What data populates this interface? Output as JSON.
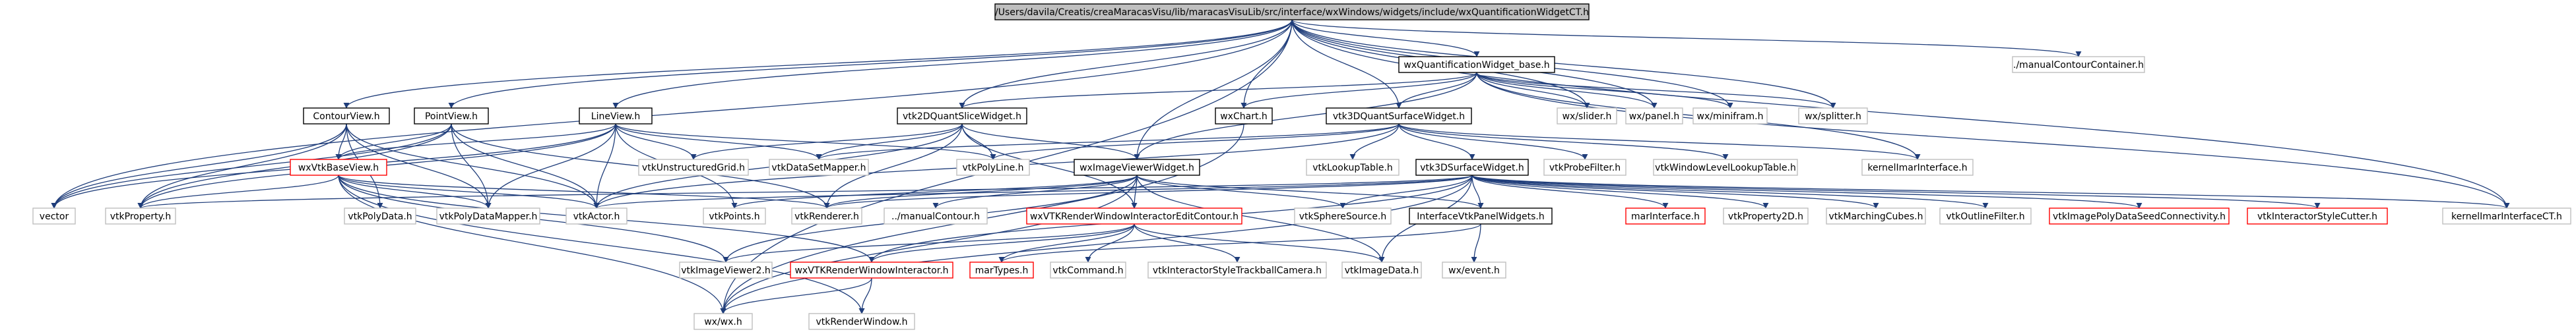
{
  "colors": {
    "root_fill": "#bfbfbf",
    "root_stroke": "#000000",
    "node_fill": "#ffffff",
    "linked_stroke": "#000000",
    "external_stroke": "#bfbfbf",
    "missing_stroke": "#ff0000",
    "edge": "#1f3d7a"
  },
  "nodes": [
    {
      "id": "root",
      "label": "/Users/davila/Creatis/creaMaracasVisu/lib/maracasVisuLib/src/interface/wxWindows/widgets/include/wxQuantificationWidgetCT.h",
      "kind": "root"
    },
    {
      "id": "manualContourContainer",
      "label": "./manualContourContainer.h",
      "kind": "external"
    },
    {
      "id": "wxQuantificationWidget_base",
      "label": "wxQuantificationWidget_base.h",
      "kind": "linked"
    },
    {
      "id": "ContourView",
      "label": "ContourView.h",
      "kind": "linked"
    },
    {
      "id": "PointView",
      "label": "PointView.h",
      "kind": "linked"
    },
    {
      "id": "LineView",
      "label": "LineView.h",
      "kind": "linked"
    },
    {
      "id": "vtk2DQuantSliceWidget",
      "label": "vtk2DQuantSliceWidget.h",
      "kind": "linked"
    },
    {
      "id": "wxChart",
      "label": "wxChart.h",
      "kind": "linked"
    },
    {
      "id": "vtk3DQuantSurfaceWidget",
      "label": "vtk3DQuantSurfaceWidget.h",
      "kind": "linked"
    },
    {
      "id": "wxslider",
      "label": "wx/slider.h",
      "kind": "external"
    },
    {
      "id": "wxpanel",
      "label": "wx/panel.h",
      "kind": "external"
    },
    {
      "id": "wxminifram",
      "label": "wx/minifram.h",
      "kind": "external"
    },
    {
      "id": "wxsplitter",
      "label": "wx/splitter.h",
      "kind": "external"
    },
    {
      "id": "wxVtkBaseView",
      "label": "wxVtkBaseView.h",
      "kind": "missing"
    },
    {
      "id": "vtkUnstructuredGrid",
      "label": "vtkUnstructuredGrid.h",
      "kind": "external"
    },
    {
      "id": "vtkDataSetMapper",
      "label": "vtkDataSetMapper.h",
      "kind": "external"
    },
    {
      "id": "vtkPolyLine",
      "label": "vtkPolyLine.h",
      "kind": "external"
    },
    {
      "id": "wxImageViewerWidget",
      "label": "wxImageViewerWidget.h",
      "kind": "linked"
    },
    {
      "id": "vtkLookupTable",
      "label": "vtkLookupTable.h",
      "kind": "external"
    },
    {
      "id": "vtkProbeFilter",
      "label": "vtkProbeFilter.h",
      "kind": "external"
    },
    {
      "id": "vtkWindowLevelLookupTable",
      "label": "vtkWindowLevelLookupTable.h",
      "kind": "external"
    },
    {
      "id": "kernelImarInterface",
      "label": "kernelImarInterface.h",
      "kind": "external"
    },
    {
      "id": "vtk3DSurfaceWidget",
      "label": "vtk3DSurfaceWidget.h",
      "kind": "linked"
    },
    {
      "id": "vector",
      "label": "vector",
      "kind": "external"
    },
    {
      "id": "vtkProperty",
      "label": "vtkProperty.h",
      "kind": "external"
    },
    {
      "id": "vtkPolyData",
      "label": "vtkPolyData.h",
      "kind": "external"
    },
    {
      "id": "vtkPolyDataMapper",
      "label": "vtkPolyDataMapper.h",
      "kind": "external"
    },
    {
      "id": "vtkActor",
      "label": "vtkActor.h",
      "kind": "external"
    },
    {
      "id": "vtkPoints",
      "label": "vtkPoints.h",
      "kind": "external"
    },
    {
      "id": "vtkRenderer",
      "label": "vtkRenderer.h",
      "kind": "external"
    },
    {
      "id": "manualContour",
      "label": "../manualContour.h",
      "kind": "external"
    },
    {
      "id": "wxVTKRenderWindowInteractorEditContour",
      "label": "wxVTKRenderWindowInteractorEditContour.h",
      "kind": "missing"
    },
    {
      "id": "vtkSphereSource",
      "label": "vtkSphereSource.h",
      "kind": "external"
    },
    {
      "id": "InterfaceVtkPanelWidgets",
      "label": "InterfaceVtkPanelWidgets.h",
      "kind": "linked"
    },
    {
      "id": "marInterface",
      "label": "marInterface.h",
      "kind": "missing"
    },
    {
      "id": "vtkProperty2D",
      "label": "vtkProperty2D.h",
      "kind": "external"
    },
    {
      "id": "vtkMarchingCubes",
      "label": "vtkMarchingCubes.h",
      "kind": "external"
    },
    {
      "id": "vtkOutlineFilter",
      "label": "vtkOutlineFilter.h",
      "kind": "external"
    },
    {
      "id": "vtkImagePolyDataSeedConnectivity",
      "label": "vtkImagePolyDataSeedConnectivity.h",
      "kind": "missing"
    },
    {
      "id": "vtkInteractorStyleCutter",
      "label": "vtkInteractorStyleCutter.h",
      "kind": "missing"
    },
    {
      "id": "kernelImarInterfaceCT",
      "label": "kernelImarInterfaceCT.h",
      "kind": "external"
    },
    {
      "id": "vtkImageViewer2",
      "label": "vtkImageViewer2.h",
      "kind": "external"
    },
    {
      "id": "wxVTKRenderWindowInteractor",
      "label": "wxVTKRenderWindowInteractor.h",
      "kind": "missing"
    },
    {
      "id": "marTypes",
      "label": "marTypes.h",
      "kind": "missing"
    },
    {
      "id": "vtkCommand",
      "label": "vtkCommand.h",
      "kind": "external"
    },
    {
      "id": "vtkInteractorStyleTrackballCamera",
      "label": "vtkInteractorStyleTrackballCamera.h",
      "kind": "external"
    },
    {
      "id": "vtkImageData",
      "label": "vtkImageData.h",
      "kind": "external"
    },
    {
      "id": "wxevent",
      "label": "wx/event.h",
      "kind": "external"
    },
    {
      "id": "wxwx",
      "label": "wx/wx.h",
      "kind": "external"
    },
    {
      "id": "vtkRenderWindow",
      "label": "vtkRenderWindow.h",
      "kind": "external"
    }
  ],
  "edges": [
    [
      "root",
      "manualContourContainer"
    ],
    [
      "root",
      "wxQuantificationWidget_base"
    ],
    [
      "root",
      "ContourView"
    ],
    [
      "root",
      "PointView"
    ],
    [
      "root",
      "LineView"
    ],
    [
      "root",
      "vtk2DQuantSliceWidget"
    ],
    [
      "root",
      "wxChart"
    ],
    [
      "root",
      "vtk3DQuantSurfaceWidget"
    ],
    [
      "root",
      "wxslider"
    ],
    [
      "root",
      "wxpanel"
    ],
    [
      "root",
      "wxminifram"
    ],
    [
      "root",
      "wxsplitter"
    ],
    [
      "root",
      "wxImageViewerWidget"
    ],
    [
      "root",
      "kernelImarInterfaceCT"
    ],
    [
      "root",
      "vector"
    ],
    [
      "root",
      "wxwx"
    ],
    [
      "wxQuantificationWidget_base",
      "wxChart"
    ],
    [
      "wxQuantificationWidget_base",
      "vtk3DQuantSurfaceWidget"
    ],
    [
      "wxQuantificationWidget_base",
      "wxslider"
    ],
    [
      "wxQuantificationWidget_base",
      "wxpanel"
    ],
    [
      "wxQuantificationWidget_base",
      "wxminifram"
    ],
    [
      "wxQuantificationWidget_base",
      "wxsplitter"
    ],
    [
      "wxQuantificationWidget_base",
      "vtk2DQuantSliceWidget"
    ],
    [
      "wxQuantificationWidget_base",
      "kernelImarInterface"
    ],
    [
      "wxQuantificationWidget_base",
      "kernelImarInterfaceCT"
    ],
    [
      "wxQuantificationWidget_base",
      "wxImageViewerWidget"
    ],
    [
      "ContourView",
      "wxVtkBaseView"
    ],
    [
      "ContourView",
      "vector"
    ],
    [
      "ContourView",
      "vtkProperty"
    ],
    [
      "ContourView",
      "vtkPolyData"
    ],
    [
      "ContourView",
      "vtkPolyDataMapper"
    ],
    [
      "ContourView",
      "vtkActor"
    ],
    [
      "PointView",
      "wxVtkBaseView"
    ],
    [
      "PointView",
      "vector"
    ],
    [
      "PointView",
      "vtkProperty"
    ],
    [
      "PointView",
      "vtkPolyDataMapper"
    ],
    [
      "PointView",
      "vtkActor"
    ],
    [
      "PointView",
      "vtkRenderer"
    ],
    [
      "LineView",
      "wxVtkBaseView"
    ],
    [
      "LineView",
      "vtkUnstructuredGrid"
    ],
    [
      "LineView",
      "vtkDataSetMapper"
    ],
    [
      "LineView",
      "vtkPolyLine"
    ],
    [
      "LineView",
      "vector"
    ],
    [
      "LineView",
      "vtkProperty"
    ],
    [
      "LineView",
      "vtkActor"
    ],
    [
      "LineView",
      "vtkPolyDataMapper"
    ],
    [
      "LineView",
      "vtkPoints"
    ],
    [
      "wxVtkBaseView",
      "vtkProperty"
    ],
    [
      "wxVtkBaseView",
      "vtkRenderer"
    ],
    [
      "wxVtkBaseView",
      "vtkImageViewer2"
    ],
    [
      "wxVtkBaseView",
      "wxVTKRenderWindowInteractor"
    ],
    [
      "wxVtkBaseView",
      "vtkActor"
    ],
    [
      "wxVtkBaseView",
      "wxwx"
    ],
    [
      "wxVtkBaseView",
      "vtkRenderWindow"
    ],
    [
      "wxVtkBaseView",
      "vtkPolyDataMapper"
    ],
    [
      "vtk2DQuantSliceWidget",
      "vtkDataSetMapper"
    ],
    [
      "vtk2DQuantSliceWidget",
      "vtkPolyLine"
    ],
    [
      "vtk2DQuantSliceWidget",
      "wxImageViewerWidget"
    ],
    [
      "vtk2DQuantSliceWidget",
      "vtkUnstructuredGrid"
    ],
    [
      "vtk2DQuantSliceWidget",
      "vtkActor"
    ],
    [
      "vtk2DQuantSliceWidget",
      "vtkRenderer"
    ],
    [
      "vtk2DQuantSliceWidget",
      "wxVTKRenderWindowInteractorEditContour"
    ],
    [
      "wxChart",
      "wxwx"
    ],
    [
      "vtk3DQuantSurfaceWidget",
      "vtkLookupTable"
    ],
    [
      "vtk3DQuantSurfaceWidget",
      "vtkProbeFilter"
    ],
    [
      "vtk3DQuantSurfaceWidget",
      "vtkWindowLevelLookupTable"
    ],
    [
      "vtk3DQuantSurfaceWidget",
      "kernelImarInterface"
    ],
    [
      "vtk3DQuantSurfaceWidget",
      "vtk3DSurfaceWidget"
    ],
    [
      "vtk3DQuantSurfaceWidget",
      "vtkPolyLine"
    ],
    [
      "vtk3DQuantSurfaceWidget",
      "vtkDataSetMapper"
    ],
    [
      "vtk3DQuantSurfaceWidget",
      "vtkActor"
    ],
    [
      "wxImageViewerWidget",
      "vtkPoints"
    ],
    [
      "wxImageViewerWidget",
      "vtkRenderer"
    ],
    [
      "wxImageViewerWidget",
      "manualContour"
    ],
    [
      "wxImageViewerWidget",
      "wxVTKRenderWindowInteractorEditContour"
    ],
    [
      "wxImageViewerWidget",
      "vtkSphereSource"
    ],
    [
      "wxImageViewerWidget",
      "InterfaceVtkPanelWidgets"
    ],
    [
      "wxImageViewerWidget",
      "vtkImageViewer2"
    ],
    [
      "wxImageViewerWidget",
      "vtkImageData"
    ],
    [
      "wxImageViewerWidget",
      "wxwx"
    ],
    [
      "vtk3DSurfaceWidget",
      "vtkActor"
    ],
    [
      "vtk3DSurfaceWidget",
      "vtkRenderer"
    ],
    [
      "vtk3DSurfaceWidget",
      "vtkSphereSource"
    ],
    [
      "vtk3DSurfaceWidget",
      "InterfaceVtkPanelWidgets"
    ],
    [
      "vtk3DSurfaceWidget",
      "marInterface"
    ],
    [
      "vtk3DSurfaceWidget",
      "vtkProperty2D"
    ],
    [
      "vtk3DSurfaceWidget",
      "vtkMarchingCubes"
    ],
    [
      "vtk3DSurfaceWidget",
      "vtkOutlineFilter"
    ],
    [
      "vtk3DSurfaceWidget",
      "vtkImagePolyDataSeedConnectivity"
    ],
    [
      "vtk3DSurfaceWidget",
      "vtkInteractorStyleCutter"
    ],
    [
      "vtk3DSurfaceWidget",
      "kernelImarInterfaceCT"
    ],
    [
      "vtk3DSurfaceWidget",
      "wxVTKRenderWindowInteractor"
    ],
    [
      "vtk3DSurfaceWidget",
      "vtkImageData"
    ],
    [
      "vtk3DSurfaceWidget",
      "vtkProperty"
    ],
    [
      "vtk3DSurfaceWidget",
      "wxwx"
    ],
    [
      "wxVTKRenderWindowInteractorEditContour",
      "wxVTKRenderWindowInteractor"
    ],
    [
      "wxVTKRenderWindowInteractorEditContour",
      "vtkCommand"
    ],
    [
      "wxVTKRenderWindowInteractorEditContour",
      "vtkInteractorStyleTrackballCamera"
    ],
    [
      "wxVTKRenderWindowInteractorEditContour",
      "vtkImageData"
    ],
    [
      "wxVTKRenderWindowInteractorEditContour",
      "marTypes"
    ],
    [
      "wxVTKRenderWindowInteractorEditContour",
      "vtkImageViewer2"
    ],
    [
      "InterfaceVtkPanelWidgets",
      "wxevent"
    ],
    [
      "InterfaceVtkPanelWidgets",
      "marTypes"
    ],
    [
      "wxVTKRenderWindowInteractor",
      "wxwx"
    ],
    [
      "wxVTKRenderWindowInteractor",
      "vtkRenderWindow"
    ]
  ]
}
